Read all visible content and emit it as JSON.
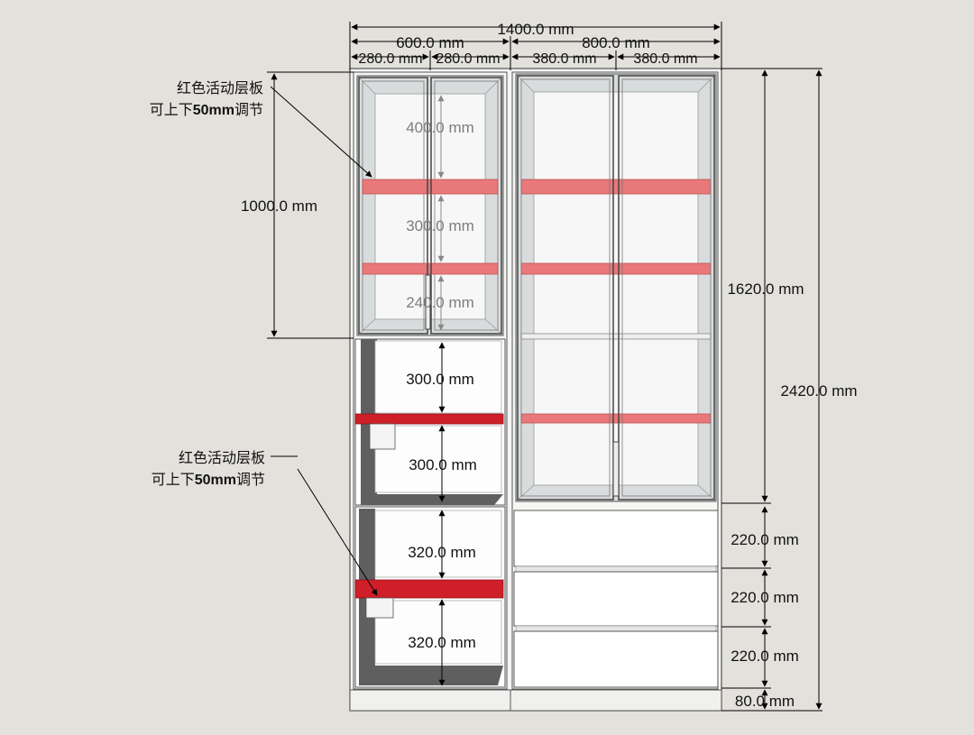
{
  "dimensions": {
    "total_width": "1400.0 mm",
    "left_width": "600.0 mm",
    "right_width": "800.0 mm",
    "left_door_1": "280.0 mm",
    "left_door_2": "280.0 mm",
    "right_door_1": "380.0 mm",
    "right_door_2": "380.0 mm",
    "left_upper_height": "1000.0 mm",
    "inner_gap_top": "400.0 mm",
    "inner_gap_mid": "300.0 mm",
    "inner_gap_bottom": "240.0 mm",
    "mid_gap_1": "300.0 mm",
    "mid_gap_2": "300.0 mm",
    "low_gap_1": "320.0 mm",
    "low_gap_2": "320.0 mm",
    "right_upper_height": "1620.0 mm",
    "total_height": "2420.0 mm",
    "drawer_1": "220.0 mm",
    "drawer_2": "220.0 mm",
    "drawer_3": "220.0 mm",
    "plinth": "80.0 mm"
  },
  "notes": {
    "top": {
      "line1": "红色活动层板",
      "line2_prefix": "可上下",
      "line2_bold": "50mm",
      "line2_suffix": "调节"
    },
    "bottom": {
      "line1": "红色活动层板",
      "line2_prefix": "可上下",
      "line2_bold": "50mm",
      "line2_suffix": "调节"
    }
  },
  "colors": {
    "shelf_red": "#e8787a",
    "shelf_red_dark": "#cf1f28",
    "frame": "#ffffff",
    "outline": "#5a5a5a",
    "dim_line": "#000000",
    "background": "#e3e1dc"
  }
}
